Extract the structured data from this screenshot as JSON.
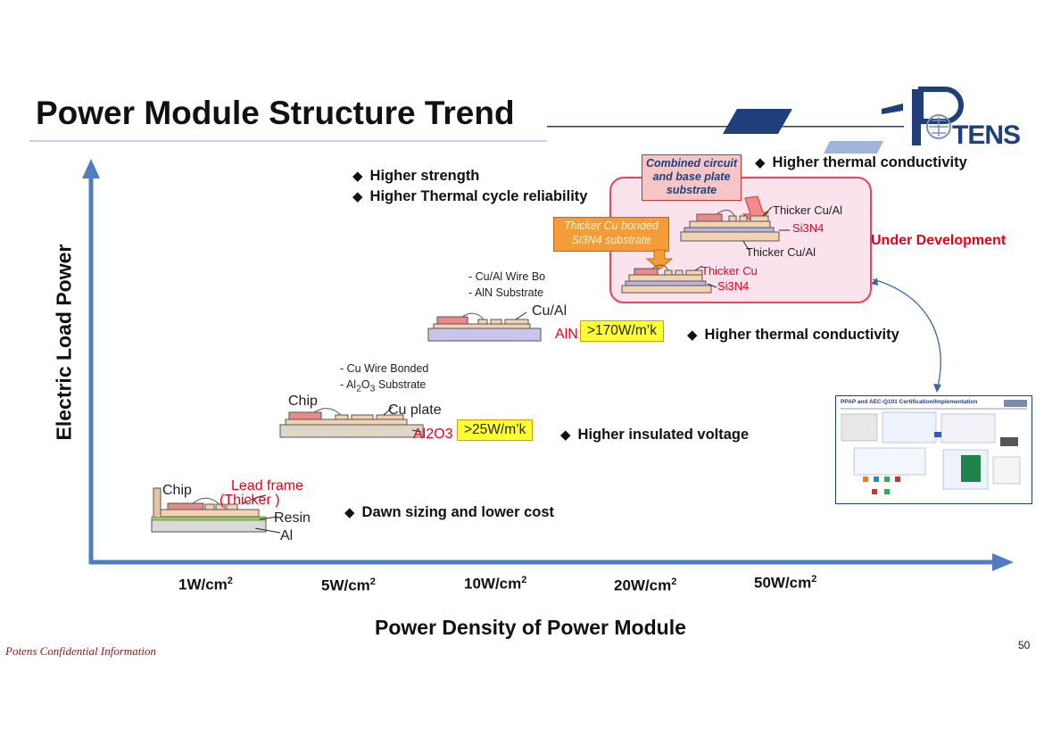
{
  "header": {
    "title": "Power Module Structure Trend",
    "logo_text": "POTENS"
  },
  "axes": {
    "y_title": "Electric Load Power",
    "x_title": "Power Density of Power Module",
    "x_ticks": [
      "1W/cm",
      "5W/cm",
      "10W/cm",
      "20W/cm",
      "50W/cm"
    ],
    "x_tick_superscript": "2"
  },
  "stages": [
    {
      "bullets": [
        "Dawn sizing and lower cost"
      ],
      "labels": {
        "chip": "Chip",
        "lead_frame": "Lead frame",
        "thicker": "(Thicker )",
        "resin": "Resin",
        "al": "Al"
      }
    },
    {
      "notes": [
        "- Cu Wire Bonded",
        "- Al",
        "2",
        "O",
        "3",
        " Substrate"
      ],
      "labels": {
        "chip": "Chip",
        "cu_plate": "Cu plate",
        "substrate": "Al2O3"
      },
      "conductivity": ">25W/m’k",
      "bullets": [
        "Higher insulated voltage"
      ]
    },
    {
      "notes": [
        "- Cu/Al Wire Bo",
        "- AlN Substrate"
      ],
      "labels": {
        "cual": "Cu/Al",
        "substrate": "AlN"
      },
      "conductivity": ">170W/m’k",
      "bullets": [
        "Higher thermal conductivity"
      ]
    },
    {
      "bullets_left": [
        "Higher strength",
        "Higher Thermal cycle reliability"
      ],
      "bullets_right": [
        "Higher thermal conductivity"
      ],
      "callout_combined": [
        "Combined circuit",
        "and base plate",
        "substrate"
      ],
      "callout_si3n4": [
        "Thicker  Cu bonded",
        "Si3N4 substrate"
      ],
      "labels": {
        "thicker_cual_top": "Thicker Cu/Al",
        "si3n4_a": "Si3N4",
        "thicker_cual_bottom": "Thicker Cu/Al",
        "thicker_cu": "Thicker Cu",
        "si3n4_b": "Si3N4"
      },
      "status": "Under Development"
    }
  ],
  "thumbnail": {
    "title": "PPAP and AEC-Q101 Certification/Implementation"
  },
  "footer": {
    "confidential": "Potens Confidential Information",
    "page_number": "50"
  },
  "colors": {
    "axis_blue": "#4f7dc0",
    "header_navy": "#1f3f7a",
    "accent_red": "#e8001a",
    "tag_yellow": "#ffff33",
    "dev_panel_pink": "#fbe3ee"
  }
}
